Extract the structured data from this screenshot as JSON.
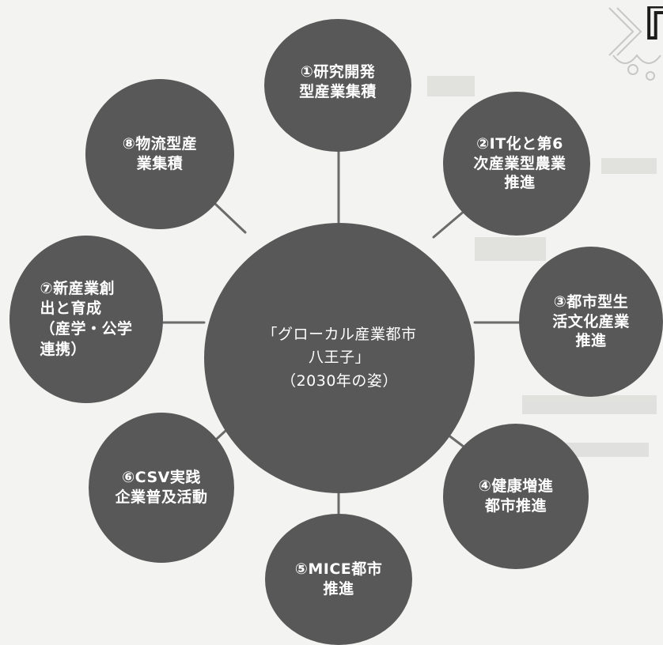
{
  "center": {
    "label": "「グローカル産業都市\n八王子」\n（2030年の姿）"
  },
  "nodes": [
    {
      "id": "n1",
      "label": "①研究開発\n型産業集積"
    },
    {
      "id": "n2",
      "label": "②IT化と第6\n次産業型農業\n推進"
    },
    {
      "id": "n3",
      "label": "③都市型生\n活文化産業\n推進"
    },
    {
      "id": "n4",
      "label": "④健康増進\n都市推進"
    },
    {
      "id": "n5",
      "label": "⑤MICE都市\n推進"
    },
    {
      "id": "n6",
      "label": "⑥CSV実践\n企業普及活動"
    },
    {
      "id": "n7",
      "label": "⑦新産業創\n出と育成\n（産学・公学\n連携）"
    },
    {
      "id": "n8",
      "label": "⑧物流型産\n業集積"
    }
  ],
  "corner_fragment": "『成",
  "colors": {
    "circle_fill": "#585858",
    "connector": "#6b6b6b",
    "label_text": "#ffffff",
    "background": "#f3f3f1"
  }
}
